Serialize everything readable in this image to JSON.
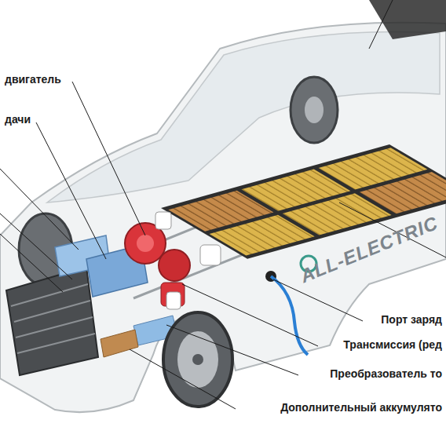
{
  "diagram": {
    "labels": [
      "двигатель",
      "дачи",
      "ALL-ELECTRIC",
      "Порт заряд",
      "Трансмиссия (ред",
      "Преобразователь то",
      "Дополнительный аккумулято"
    ]
  }
}
